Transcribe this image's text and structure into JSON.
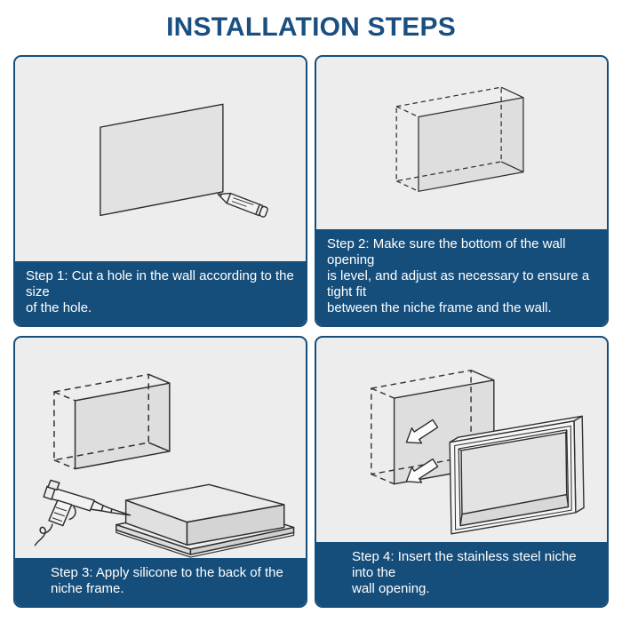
{
  "title": "INSTALLATION STEPS",
  "colors": {
    "primary_blue": "#164e7b",
    "title_blue": "#1a4f80",
    "panel_bg": "#ededed",
    "line_color": "#2e2e2e",
    "caption_text": "#ffffff"
  },
  "steps": [
    {
      "label": "Step 1",
      "caption_lines": [
        "Step 1: Cut a hole in the wall according to the size",
        "of the hole."
      ]
    },
    {
      "label": "Step 2",
      "caption_lines": [
        "Step 2: Make sure the bottom of the wall opening",
        "is level, and adjust as necessary to ensure a tight fit",
        "between the niche frame and the wall."
      ]
    },
    {
      "label": "Step 3",
      "caption_lines": [
        "Step 3: Apply silicone to the back of the",
        "niche frame."
      ]
    },
    {
      "label": "Step 4",
      "caption_lines": [
        "Step 4: Insert the stainless steel niche into the",
        "wall opening."
      ]
    }
  ]
}
